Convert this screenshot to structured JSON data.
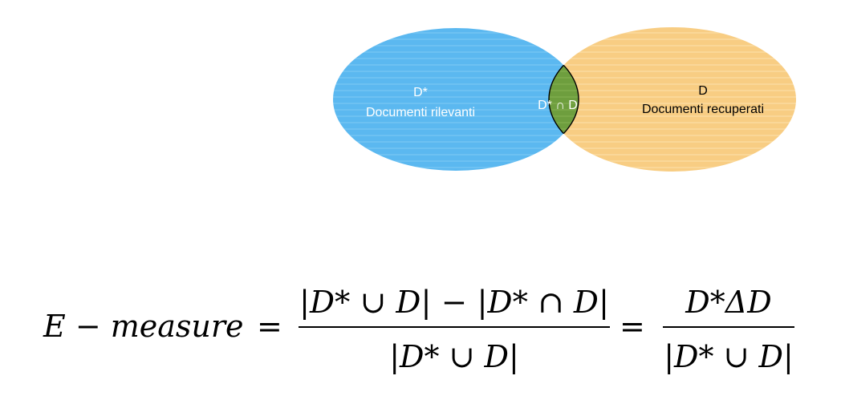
{
  "venn": {
    "left_set": {
      "symbol": "D*",
      "label": "Documenti rilevanti",
      "color": "#5BB8F0"
    },
    "right_set": {
      "symbol": "D",
      "label": "Documenti recuperati",
      "color": "#F7CC80"
    },
    "intersection": {
      "label": "D* ∩ D",
      "color": "#6E9E3E"
    }
  },
  "formula": {
    "lhs": "E − measure",
    "numerator": "|D* ∪ D| − |D* ∩ D|",
    "denominator": "|D* ∪ D|",
    "rhs_numerator": "D*ΔD",
    "rhs_denominator": "|D* ∪ D|"
  }
}
